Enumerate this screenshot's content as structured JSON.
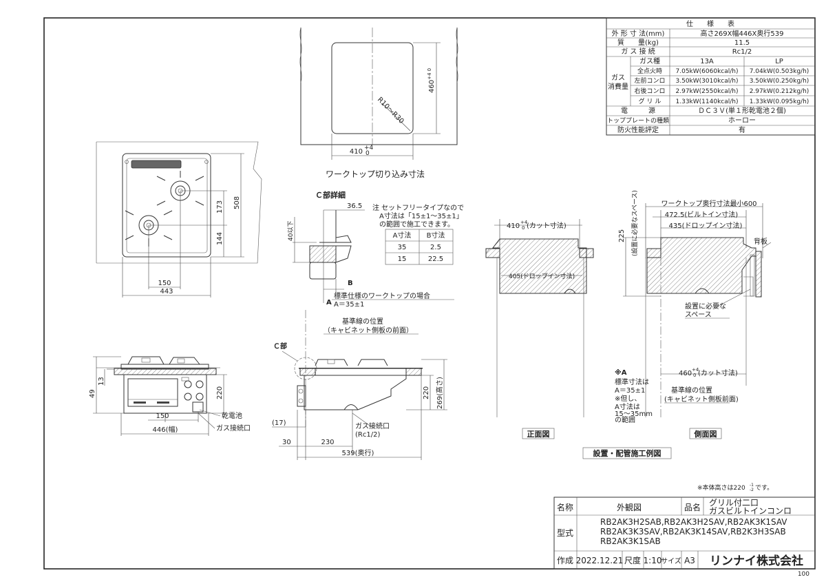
{
  "spec_table": {
    "title": "仕　　様　　表",
    "rows": [
      {
        "label": "外 形 寸 法(mm)",
        "value": "高さ269X幅446X奥行539"
      },
      {
        "label": "質　　量(kg)",
        "value": "11.5"
      },
      {
        "label": "ガ ス 接 続",
        "value": "Rc1/2"
      }
    ],
    "gas_group_label": "ガス\n消費量",
    "gas_head": {
      "label": "ガス種",
      "col13a": "13A",
      "collp": "LP"
    },
    "gas_rows": [
      {
        "label": "全点火時",
        "v13a": "7.05kW(6060kcal/h)",
        "vlp": "7.04kW(0.503kg/h)"
      },
      {
        "label": "左前コンロ",
        "v13a": "3.50kW(3010kcal/h)",
        "vlp": "3.50kW(0.250kg/h)"
      },
      {
        "label": "右後コンロ",
        "v13a": "2.97kW(2550kcal/h)",
        "vlp": "2.97kW(0.212kg/h)"
      },
      {
        "label": "グ リ ル",
        "v13a": "1.33kW(1140kcal/h)",
        "vlp": "1.33kW(0.095kg/h)"
      }
    ],
    "bottom_rows": [
      {
        "label": "電　　　源",
        "value": "ＤＣ３Ｖ(単１形乾電池２個)"
      },
      {
        "label": "トッププレートの種類",
        "value": "ホーロー"
      },
      {
        "label": "防火性能評定",
        "value": "有"
      }
    ]
  },
  "cutout": {
    "caption": "ワークトップ切り込み寸法",
    "width_label": "410",
    "width_tol_plus": "+4",
    "width_tol_zero": "0",
    "depth_label": "460",
    "depth_tol": "+4\n0",
    "radius_label": "R10〜R30"
  },
  "plan_view": {
    "dim_508": "508",
    "dim_173": "173",
    "dim_144": "144",
    "dim_150": "150",
    "dim_443": "443"
  },
  "detail_c": {
    "title": "Ｃ部詳細",
    "dim_36_5": "36.5",
    "dim_40": "40以下",
    "note": "注 セットフリータイプなので\n　A寸法は「15±1〜35±1」\n　の範囲で施工できます。",
    "table_head": [
      "A寸法",
      "B寸法"
    ],
    "table_rows": [
      [
        "35",
        "2.5"
      ],
      [
        "15",
        "22.5"
      ]
    ],
    "label_a": "A",
    "label_b": "B",
    "std_note": "標準仕様のワークトップの場合\nA＝35±1",
    "ref_line": "基準線の位置\n（キャビネット側板の前面）"
  },
  "front_view": {
    "dim_49": "49",
    "dim_13": "13",
    "dim_220": "220",
    "dim_150": "150",
    "dim_446": "446(幅)",
    "battery": "乾電池",
    "gas_port": "ガス接続口"
  },
  "side_view": {
    "c_part": "Ｃ部",
    "dim_17": "(17)",
    "dim_30": "30",
    "dim_230": "230",
    "dim_539": "539(奥行)",
    "dim_220": "220",
    "dim_269": "269(高さ)",
    "gas_port": "ガス接続口\n(Rc1/2)"
  },
  "install_front": {
    "cut": "410",
    "cut_tol_plus": "+4",
    "cut_tol_zero": "0",
    "cut_text": "(カット寸法)",
    "drop": "405(ドロップイン寸法)",
    "label": "正面図"
  },
  "install_side": {
    "worktop": "ワークトップ奥行寸法最小600",
    "builtin": "472.5(ビルトイン寸法)",
    "drop": "435(ドロップイン寸法)",
    "dim_225": "225",
    "space_note": "(設置に必要なスペース)",
    "back_board": "背板",
    "space2": "設置に必要な\nスペース",
    "cut": "460",
    "cut_tol_plus": "+4",
    "cut_tol_zero": "0",
    "cut_text": "(カット寸法)",
    "star_a": "※A",
    "std": "標準寸法は\nA＝35±1\n※但し、\nA寸法は\n15〜35mm\nの範囲",
    "ref": "基準線の位置\n(キャビネット側板前面)",
    "label": "側面図"
  },
  "install_title": "設置・配管施工例図",
  "height_note": "※本体高さは220",
  "height_note_sup": "-1",
  "height_note_sub": "-2",
  "height_note_tail": "です。",
  "title_block": {
    "name_label": "名称",
    "name_value": "外観図",
    "product_label": "品名",
    "product_value": "グリル付二口\nガスビルトインコンロ",
    "model_label": "型式",
    "model_value": "RB2AK3H2SAB,RB2AK3H2SAV,RB2AK3K1SAV\nRB2AK3K3SAV,RB2AK3K14SAV,RB2K3H3SAB\nRB2AK3K1SAB",
    "made_label": "作成",
    "made_value": "2022.12.21",
    "scale_label": "尺度",
    "scale_value": "1:10",
    "size_label": "サイズ",
    "size_value": "A3",
    "company": "リンナイ株式会社",
    "sheet_no": "100"
  }
}
